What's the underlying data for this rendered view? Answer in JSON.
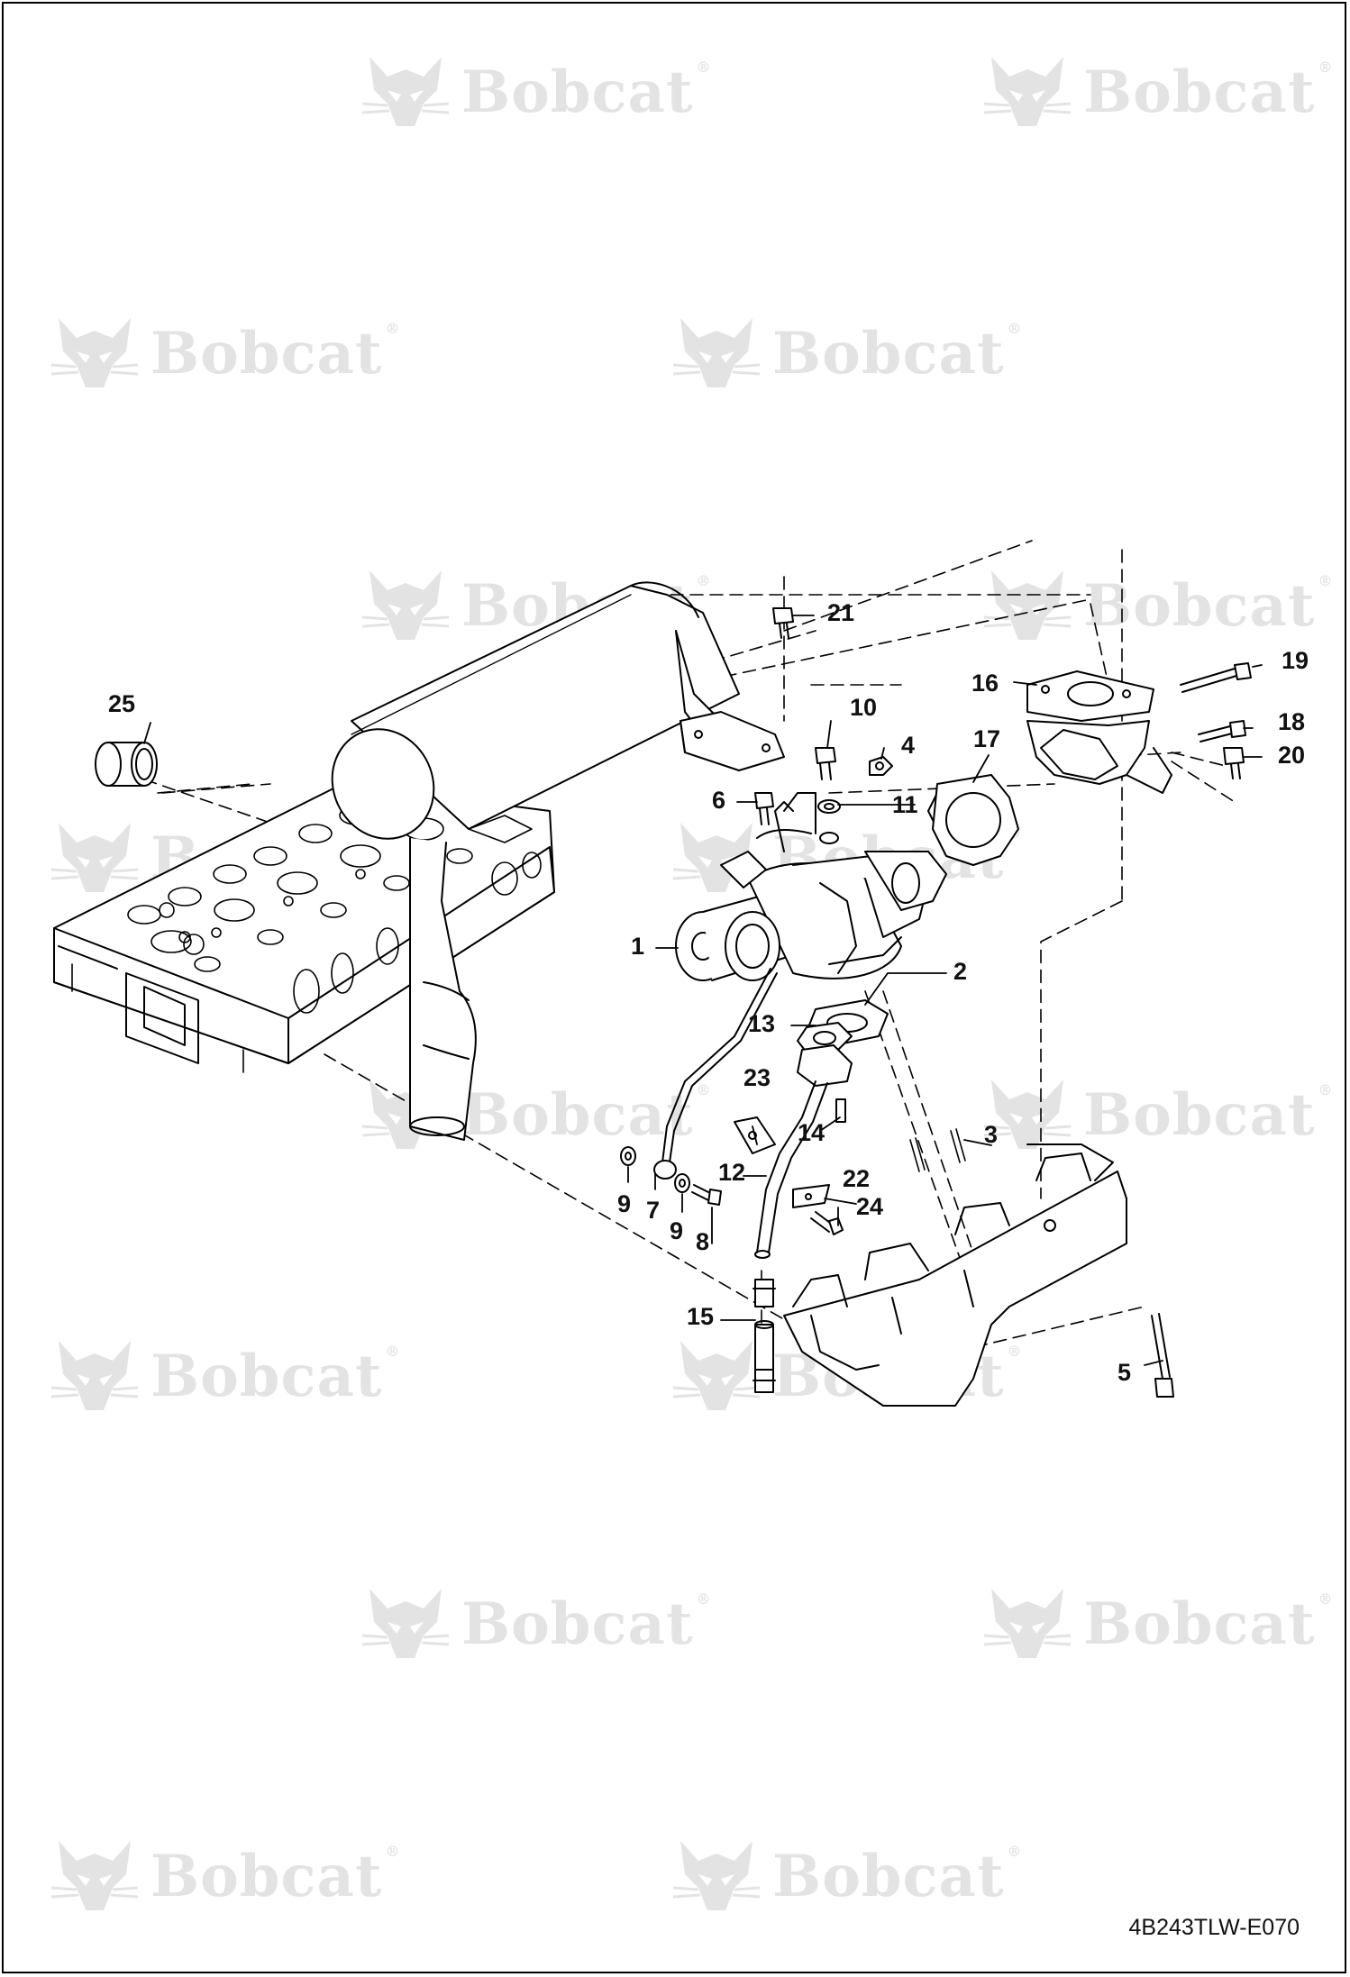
{
  "watermark": {
    "brand": "Bobcat",
    "registered": "®"
  },
  "document_id": "4B243TLW-E070",
  "callouts": [
    {
      "id": "c1",
      "label": "1"
    },
    {
      "id": "c2",
      "label": "2"
    },
    {
      "id": "c3",
      "label": "3"
    },
    {
      "id": "c4",
      "label": "4"
    },
    {
      "id": "c5",
      "label": "5"
    },
    {
      "id": "c6",
      "label": "6"
    },
    {
      "id": "c7",
      "label": "7"
    },
    {
      "id": "c8",
      "label": "8"
    },
    {
      "id": "c9a",
      "label": "9"
    },
    {
      "id": "c9b",
      "label": "9"
    },
    {
      "id": "c10",
      "label": "10"
    },
    {
      "id": "c11",
      "label": "11"
    },
    {
      "id": "c12",
      "label": "12"
    },
    {
      "id": "c13",
      "label": "13"
    },
    {
      "id": "c14",
      "label": "14"
    },
    {
      "id": "c15",
      "label": "15"
    },
    {
      "id": "c16",
      "label": "16"
    },
    {
      "id": "c17",
      "label": "17"
    },
    {
      "id": "c18",
      "label": "18"
    },
    {
      "id": "c19",
      "label": "19"
    },
    {
      "id": "c20",
      "label": "20"
    },
    {
      "id": "c21",
      "label": "21"
    },
    {
      "id": "c22",
      "label": "22"
    },
    {
      "id": "c23",
      "label": "23"
    },
    {
      "id": "c24",
      "label": "24"
    },
    {
      "id": "c25",
      "label": "25"
    }
  ],
  "colors": {
    "line": "#000000",
    "watermark": "#6a6a6a",
    "shade": "#d9d9d9"
  }
}
